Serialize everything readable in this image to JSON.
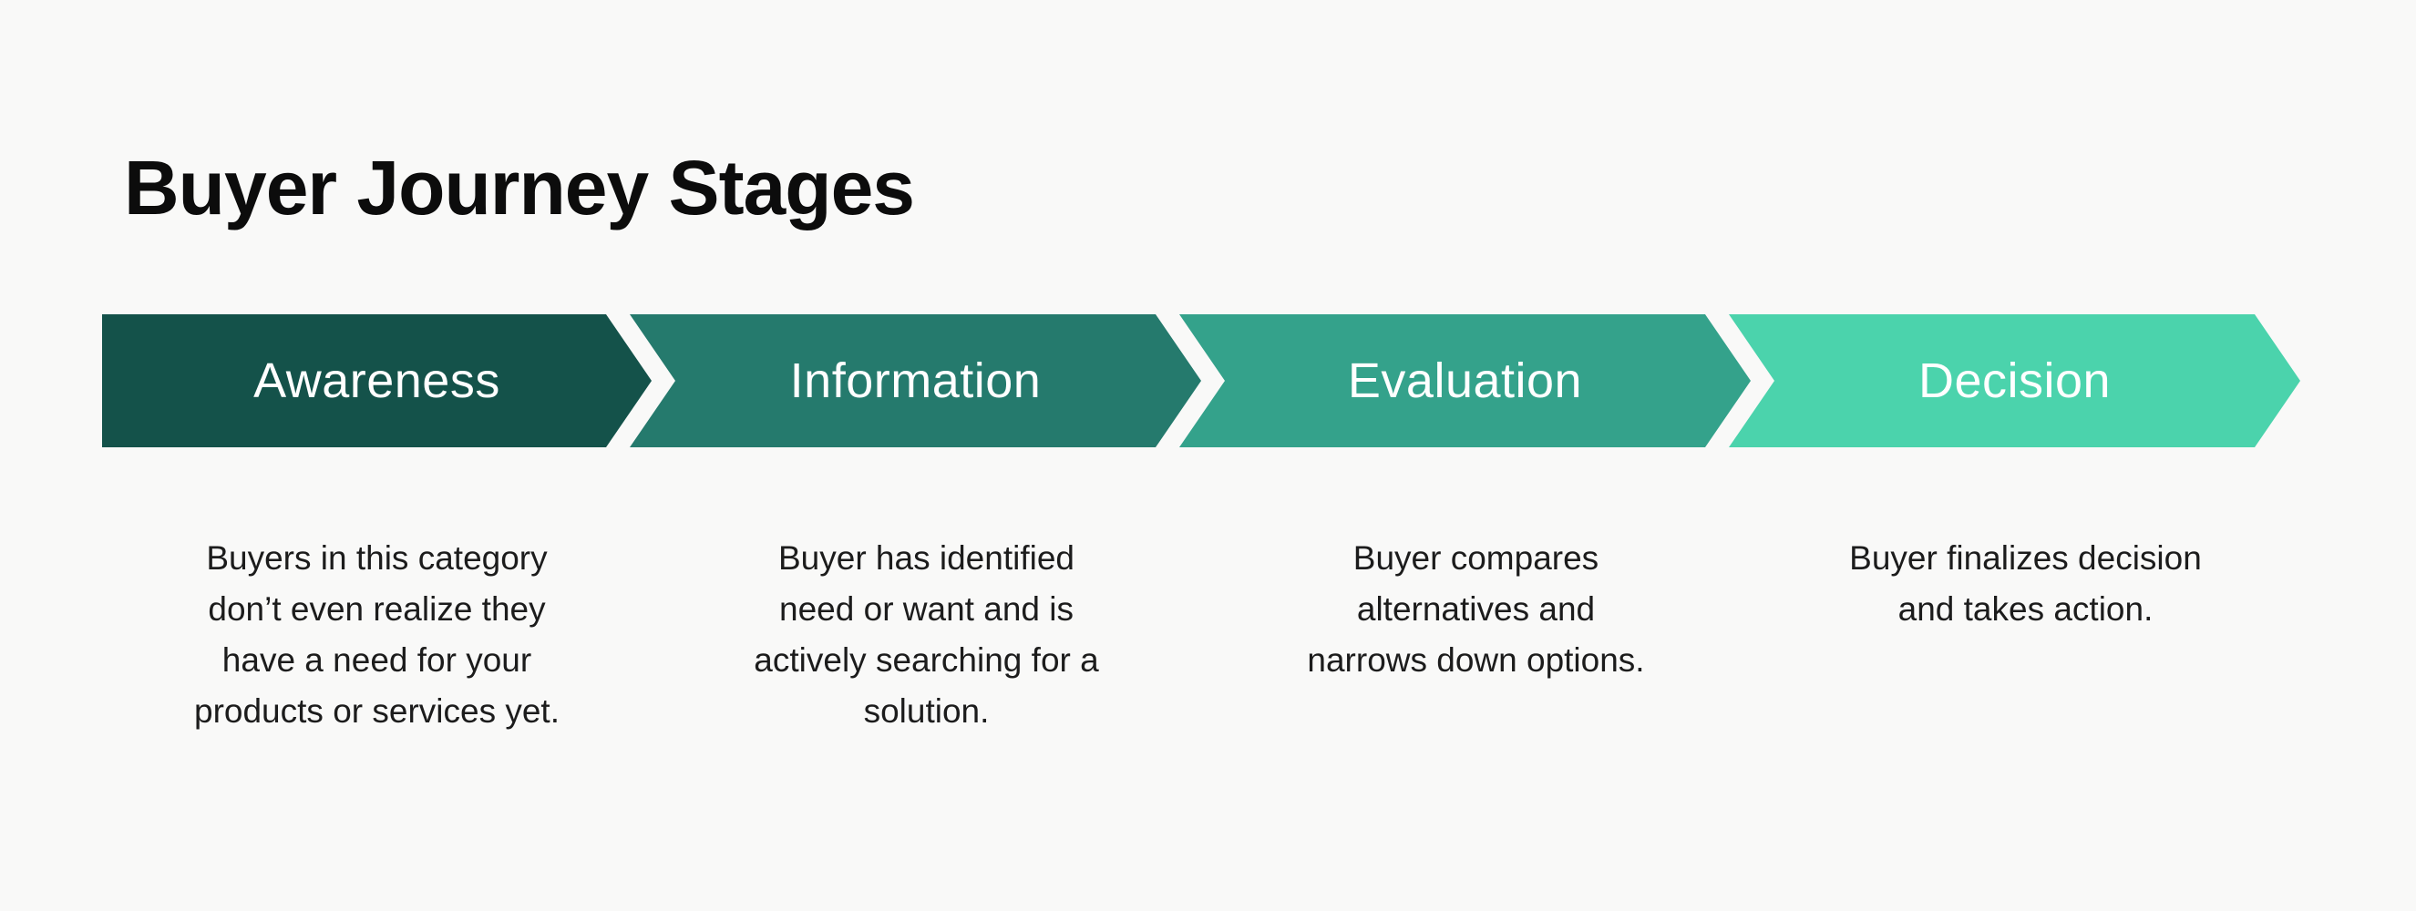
{
  "page": {
    "background_color": "#f9f9f8",
    "title": "Buyer Journey Stages"
  },
  "stages": [
    {
      "label": "Awareness",
      "color": "#14524a",
      "description": "Buyers in this category\ndon’t even realize they\nhave a need for your\nproducts or services yet."
    },
    {
      "label": "Information",
      "color": "#257a6d",
      "description": "Buyer has identified\nneed or want and is\nactively searching for a\nsolution."
    },
    {
      "label": "Evaluation",
      "color": "#34a28b",
      "description": "Buyer compares\nalternatives and\nnarrows down options."
    },
    {
      "label": "Decision",
      "color": "#4bd3ac",
      "description": "Buyer finalizes decision\nand takes action."
    }
  ]
}
